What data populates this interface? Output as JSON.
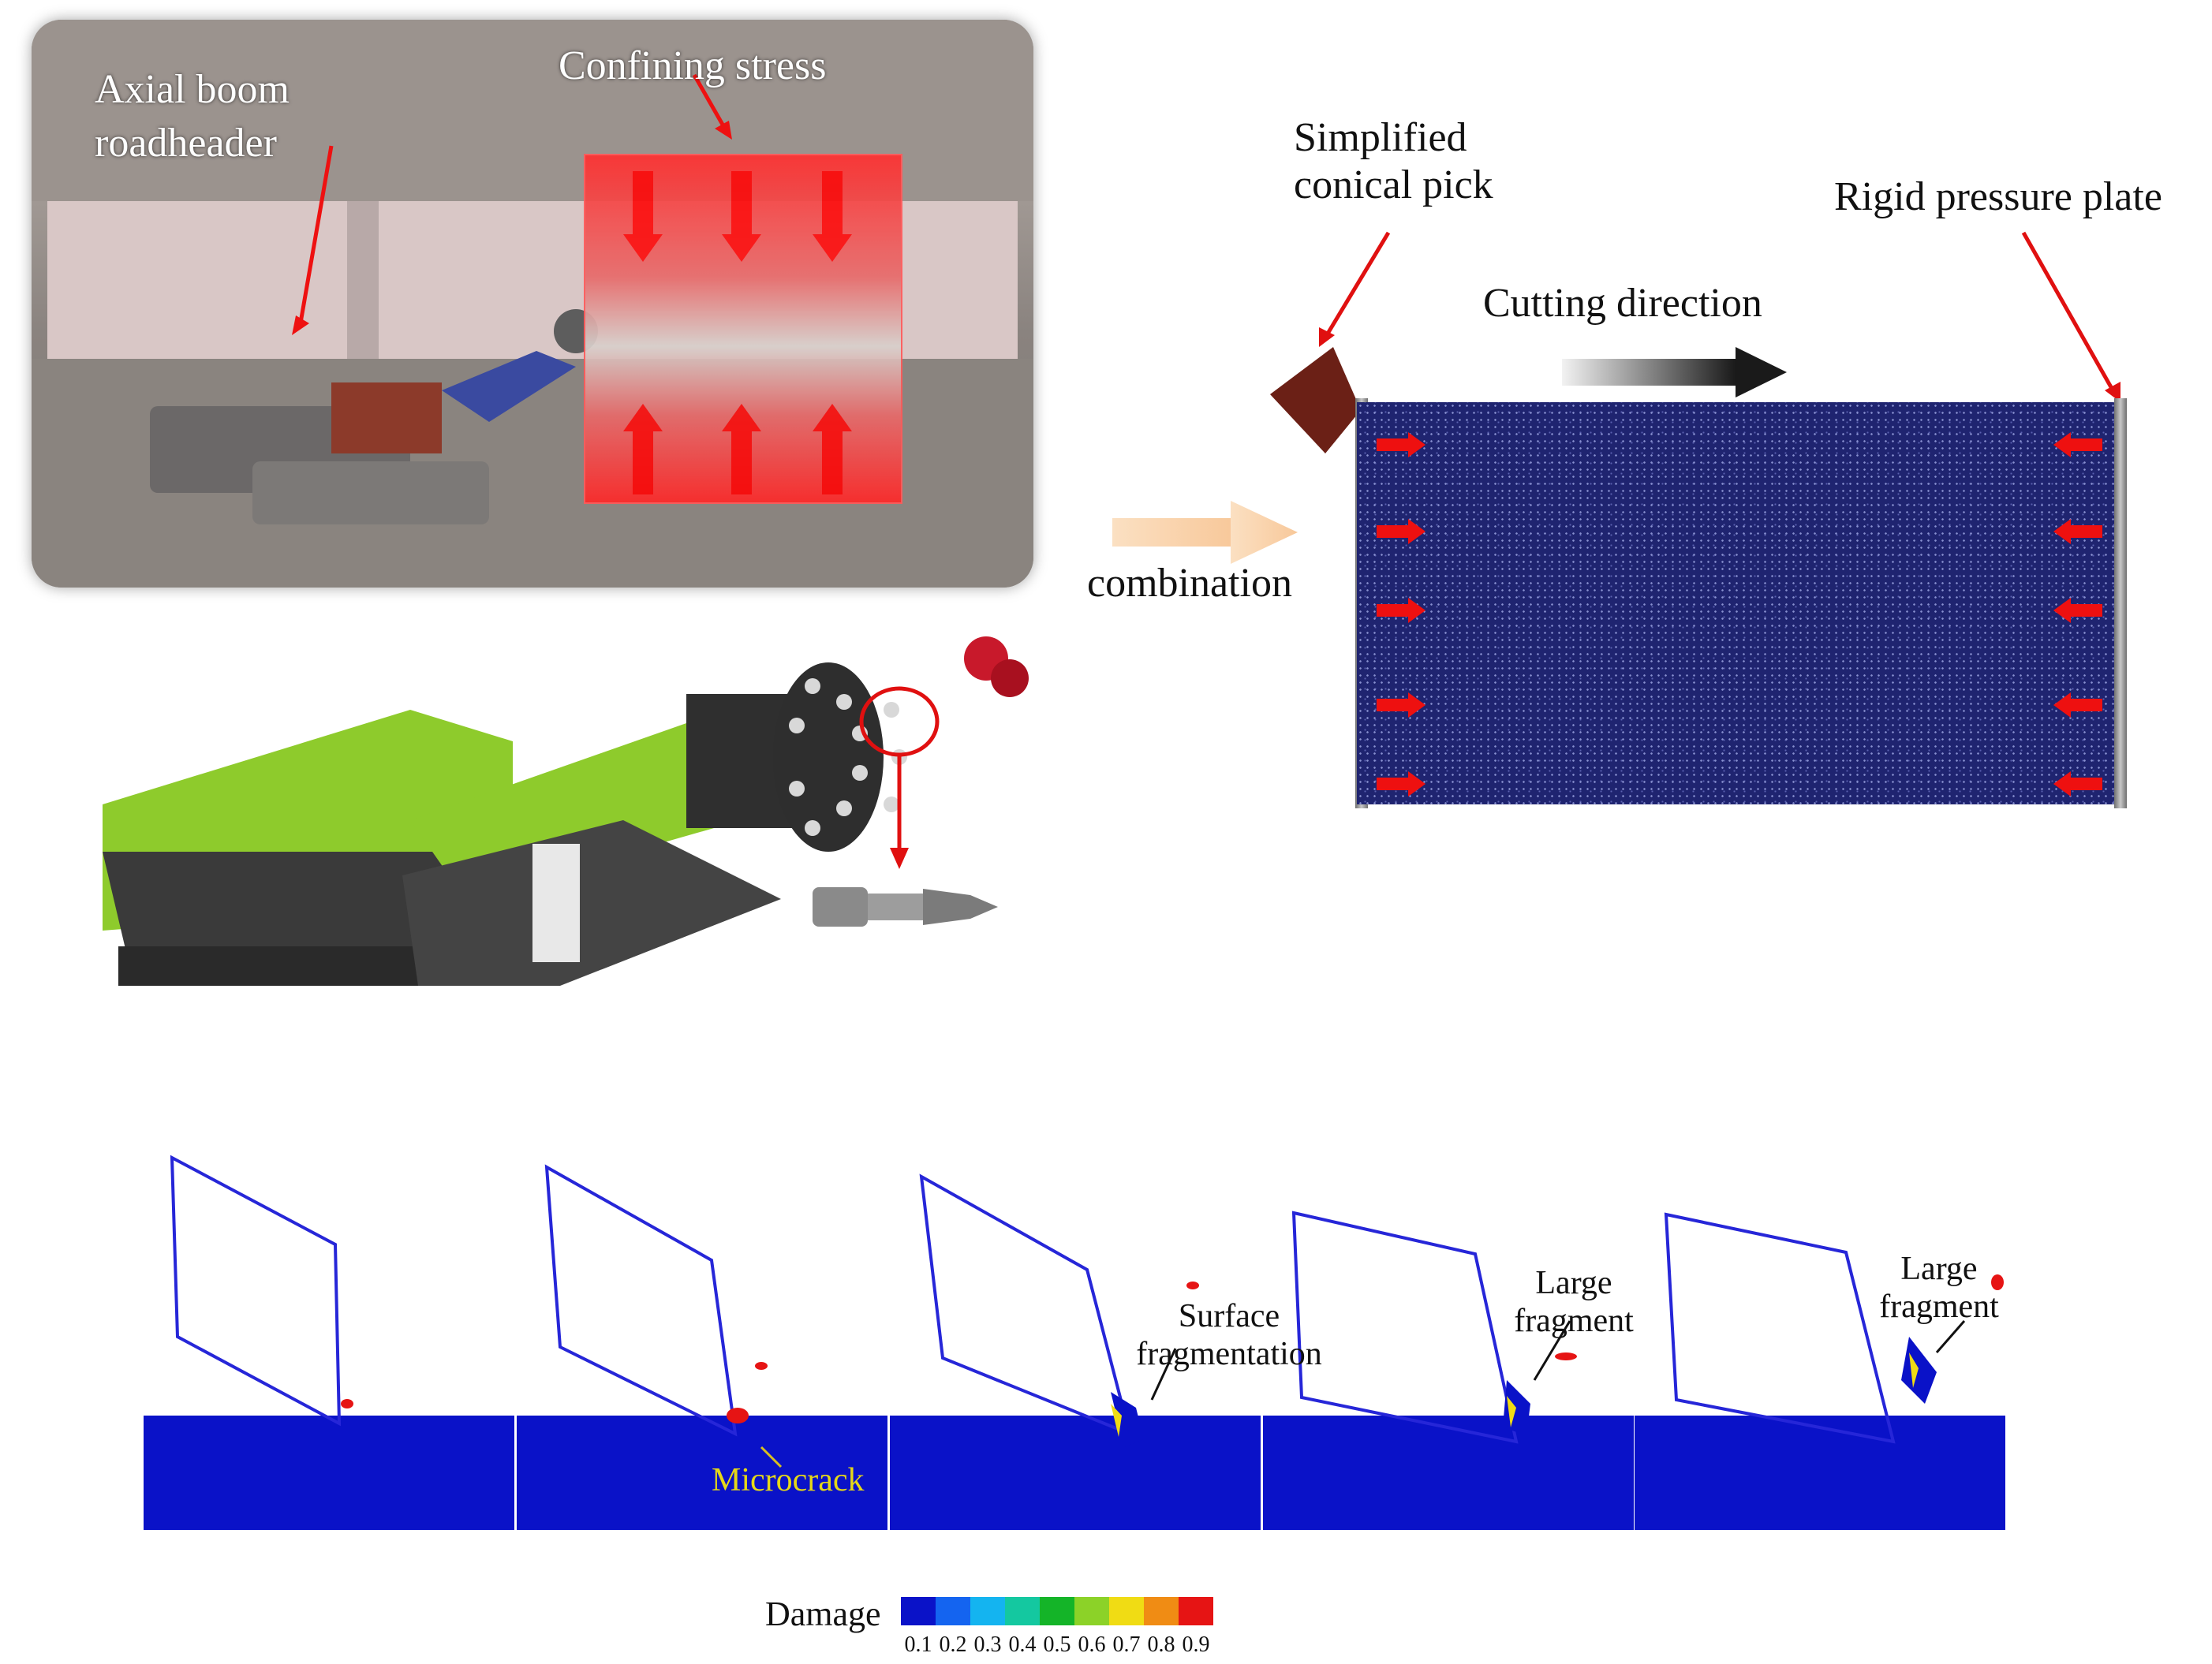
{
  "scene": {
    "roadheader_label": "Axial boom roadheader",
    "stress_label": "Confining stress"
  },
  "model": {
    "pick_label": "Simplified conical pick",
    "plate_label": "Rigid pressure plate",
    "direction_label": "Cutting direction",
    "combination_label": "combination"
  },
  "frames": {
    "microcrack_label": "Microcrack",
    "surface_label": "Surface fragmentation",
    "large_fragment_label_1": "Large fragment",
    "large_fragment_label_2": "Large fragment"
  },
  "colorbar": {
    "title": "Damage",
    "ticks": [
      "0.1",
      "0.2",
      "0.3",
      "0.4",
      "0.5",
      "0.6",
      "0.7",
      "0.8",
      "0.9"
    ],
    "colors": [
      "#0a12c8",
      "#1464f0",
      "#14b4f0",
      "#14c8a0",
      "#14b428",
      "#8cd228",
      "#f0dc14",
      "#f08c14",
      "#e61414"
    ]
  }
}
